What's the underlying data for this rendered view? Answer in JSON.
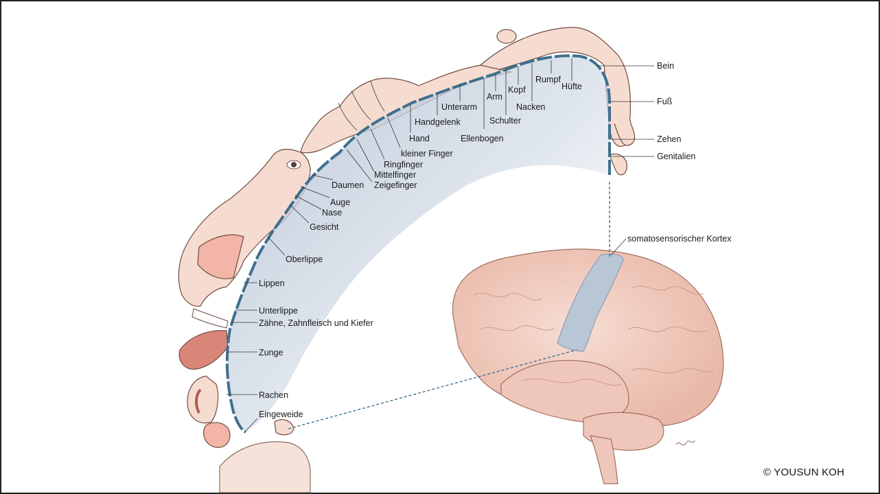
{
  "labels": {
    "bein": "Bein",
    "fuss": "Fuß",
    "zehen": "Zehen",
    "genitalien": "Genitalien",
    "huefte": "Hüfte",
    "rumpf": "Rumpf",
    "nacken": "Nacken",
    "kopf": "Kopf",
    "schulter": "Schulter",
    "arm": "Arm",
    "ellenbogen": "Ellenbogen",
    "unterarm": "Unterarm",
    "handgelenk": "Handgelenk",
    "hand": "Hand",
    "kleiner_finger": "kleiner Finger",
    "ringfinger": "Ringfinger",
    "mittelfinger": "Mittelfinger",
    "zeigefinger": "Zeigefinger",
    "daumen": "Daumen",
    "auge": "Auge",
    "nase": "Nase",
    "gesicht": "Gesicht",
    "oberlippe": "Oberlippe",
    "lippen": "Lippen",
    "unterlippe": "Unterlippe",
    "zaehne": "Zähne, Zahnfleisch und Kiefer",
    "zunge": "Zunge",
    "rachen": "Rachen",
    "eingeweide": "Eingeweide",
    "kortex": "somatosensorischer Kortex"
  },
  "copyright": "© YOUSUN KOH",
  "colors": {
    "cortex_band": "#b9c6d6",
    "cortex_edge": "#3f6f8e",
    "skin": "#f6dcd0",
    "skin_outline": "#6e4b40",
    "brain": "#f1cfc4",
    "brain_shadow": "#dba999",
    "tongue": "#d98679"
  }
}
